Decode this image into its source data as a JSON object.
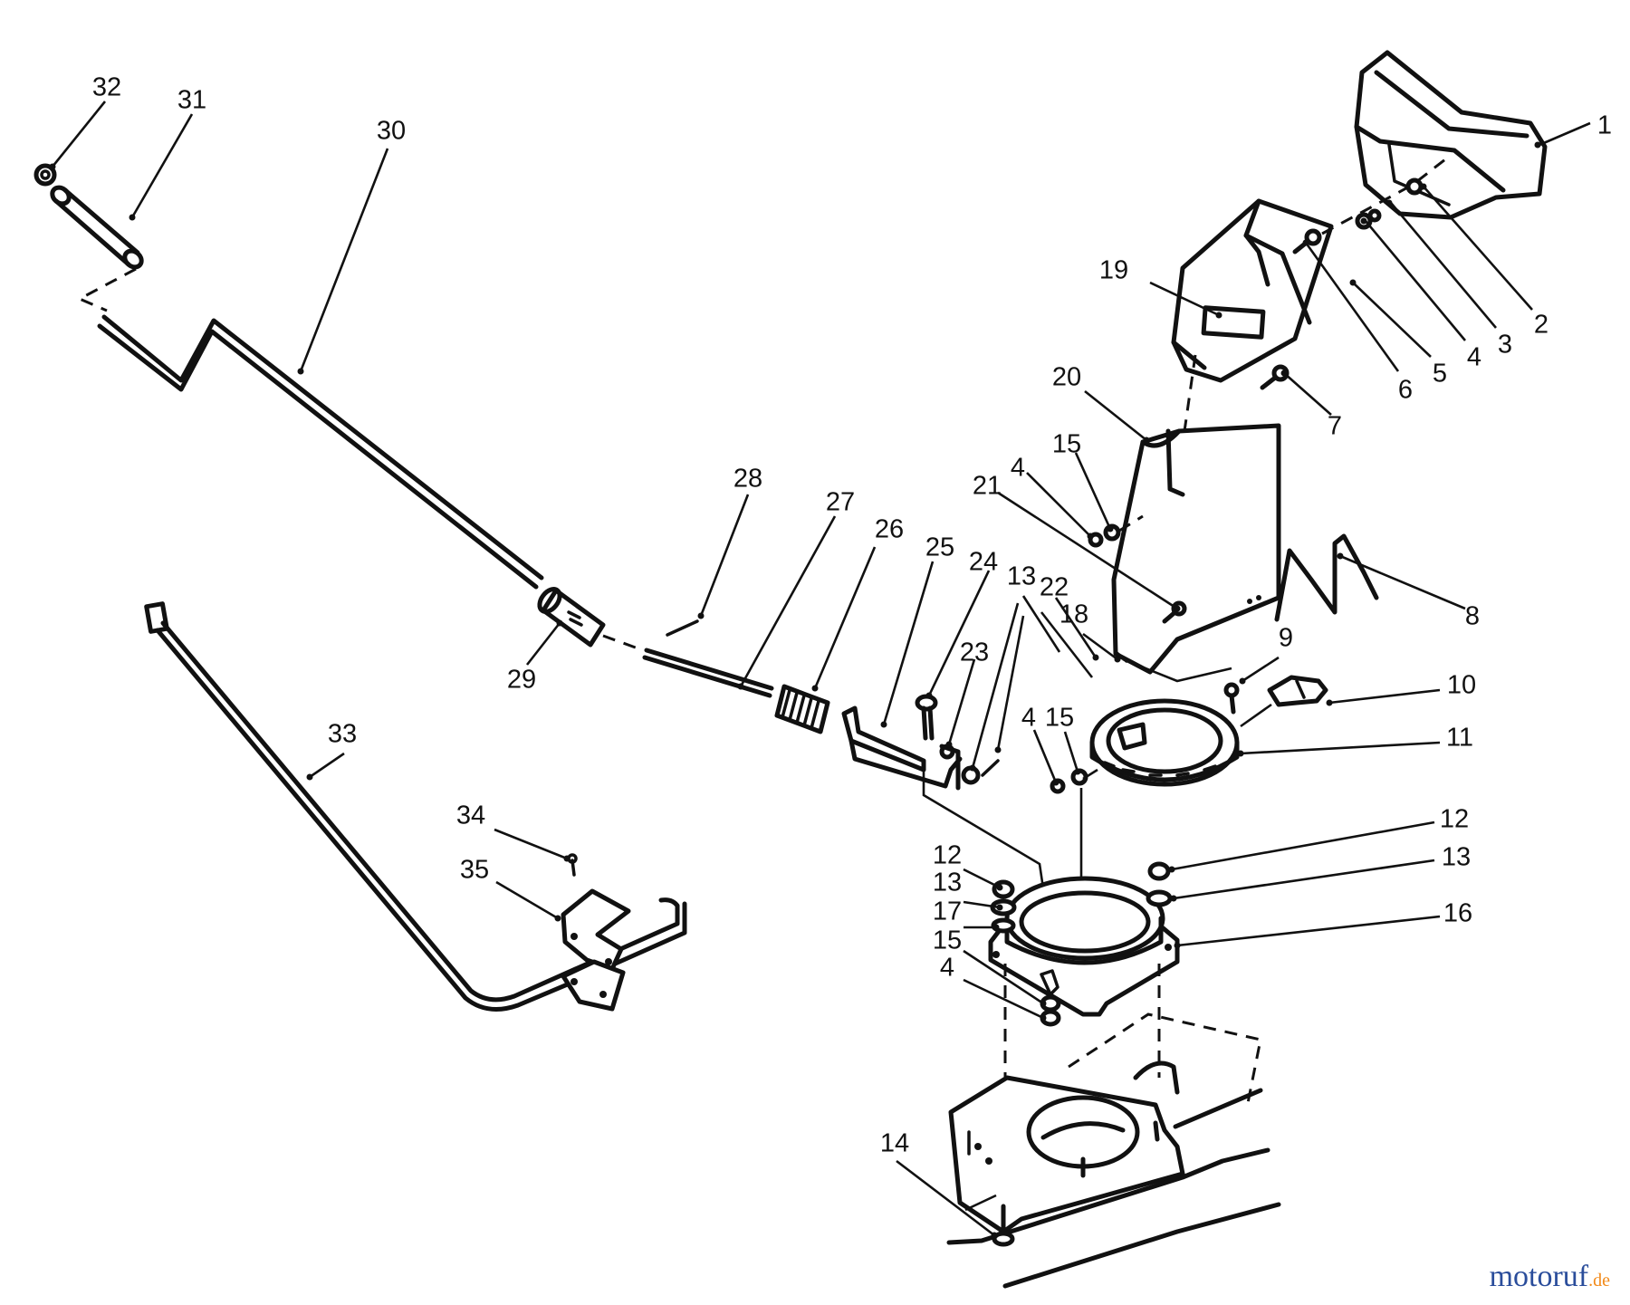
{
  "callouts": {
    "n1": "1",
    "n2": "2",
    "n3": "3",
    "n4a": "4",
    "n5": "5",
    "n6": "6",
    "n7": "7",
    "n8": "8",
    "n9": "9",
    "n10": "10",
    "n11": "11",
    "n12a": "12",
    "n12b": "12",
    "n13a": "13",
    "n13b": "13",
    "n13c": "13",
    "n14": "14",
    "n15a": "15",
    "n15b": "15",
    "n15c": "15",
    "n16": "16",
    "n17": "17",
    "n18": "18",
    "n19": "19",
    "n20": "20",
    "n21": "21",
    "n22": "22",
    "n23": "23",
    "n24": "24",
    "n25": "25",
    "n26": "26",
    "n27": "27",
    "n28": "28",
    "n29": "29",
    "n30": "30",
    "n31": "31",
    "n32": "32",
    "n33": "33",
    "n34": "34",
    "n35": "35",
    "n4b": "4",
    "n4c": "4",
    "n4d": "4"
  },
  "watermark": {
    "brand": "motoruf",
    "suffix": ".de"
  },
  "colors": {
    "line": "#111111",
    "background": "#ffffff",
    "brand_blue": "#2a4d9b",
    "brand_orange": "#f28a1a",
    "brand_green": "#4aa83a"
  }
}
